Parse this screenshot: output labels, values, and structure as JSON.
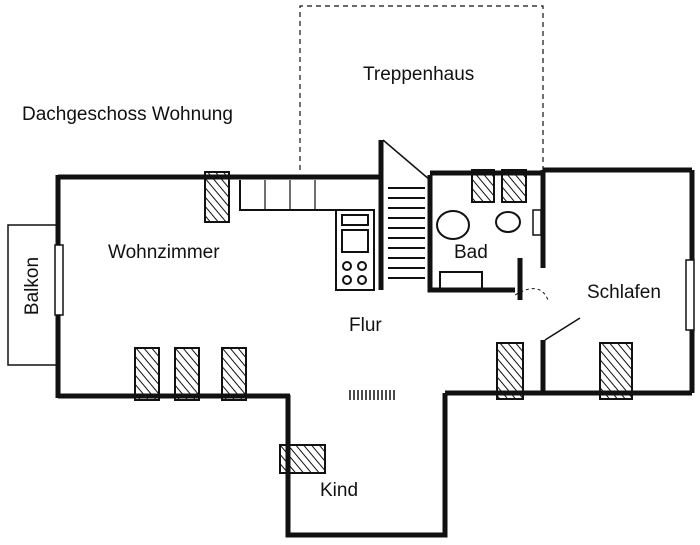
{
  "title": "Dachgeschoss Wohnung",
  "rooms": {
    "treppenhaus": "Treppenhaus",
    "wohnzimmer": "Wohnzimmer",
    "bad": "Bad",
    "schlafen": "Schlafen",
    "balkon": "Balkon",
    "flur": "Flur",
    "kind": "Kind"
  },
  "colors": {
    "ink": "#111111",
    "paper": "#ffffff"
  }
}
